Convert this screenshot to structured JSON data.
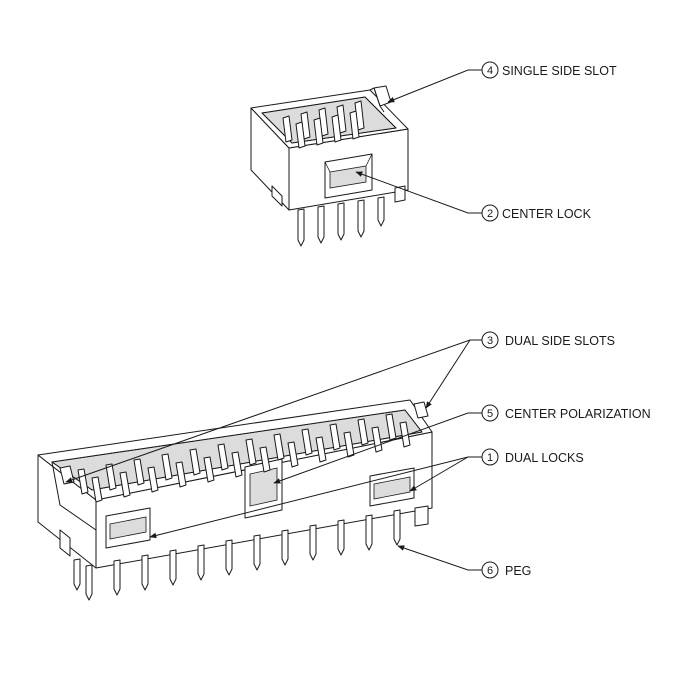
{
  "callouts": [
    {
      "num": "4",
      "label": "SINGLE SIDE SLOT"
    },
    {
      "num": "2",
      "label": "CENTER LOCK"
    },
    {
      "num": "3",
      "label": "DUAL SIDE SLOTS"
    },
    {
      "num": "5",
      "label": "CENTER POLARIZATION"
    },
    {
      "num": "1",
      "label": "DUAL LOCKS"
    },
    {
      "num": "6",
      "label": "PEG"
    }
  ]
}
